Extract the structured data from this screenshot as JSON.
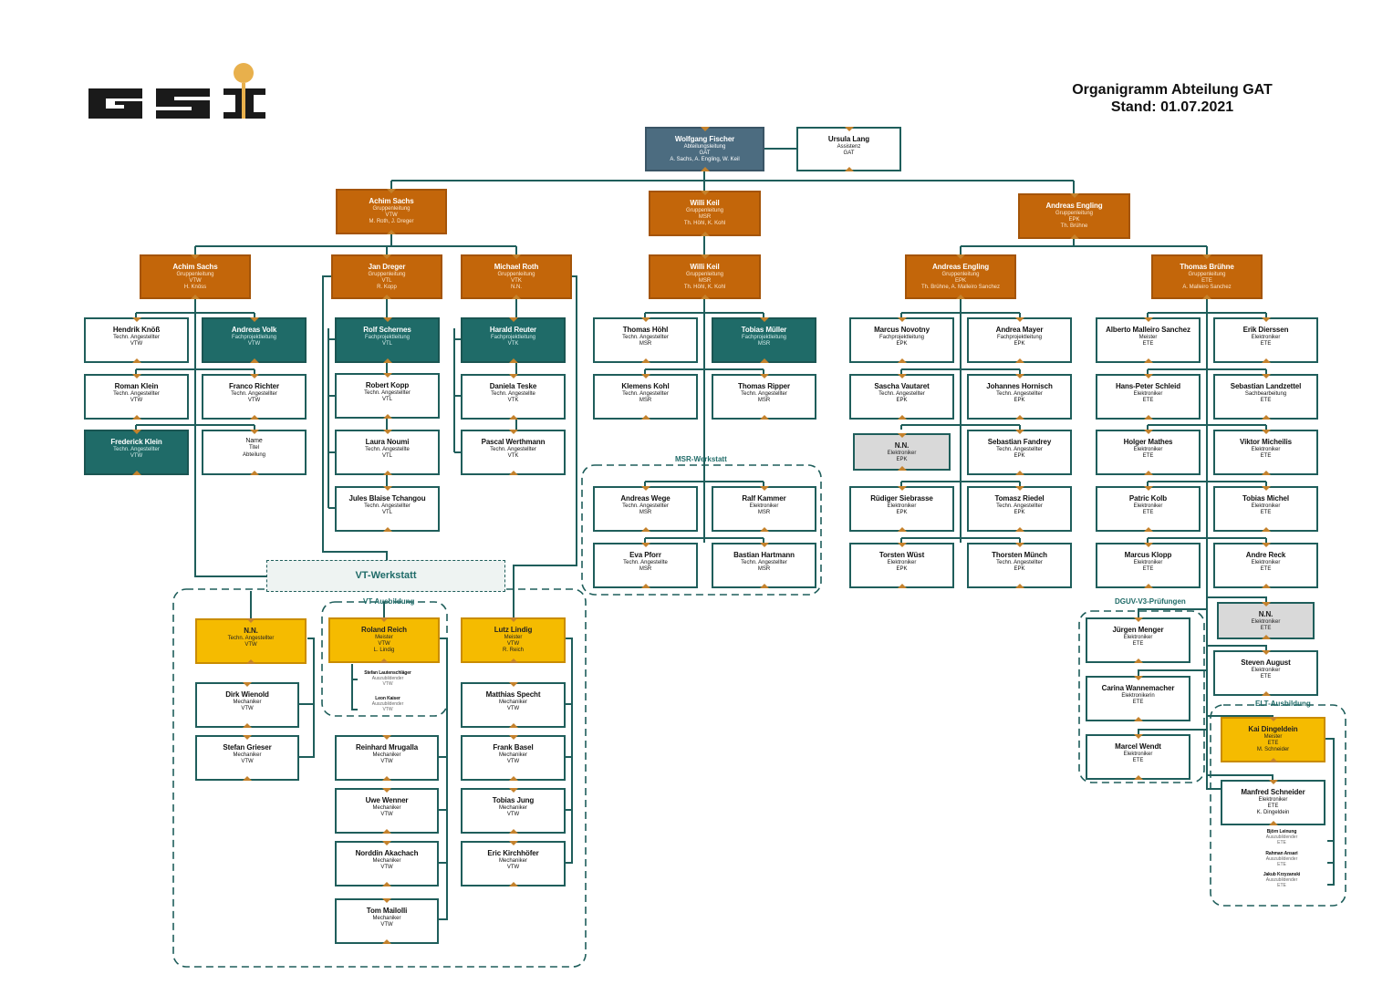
{
  "header": {
    "title": "Organigramm Abteilung GAT",
    "date": "Stand: 01.07.2021",
    "logo_text": "GSI"
  },
  "colors": {
    "head": "#4c6c80",
    "lead": "#c3660a",
    "fpl": "#1f6b68",
    "master": "#f5bb00",
    "vacant": "#d9d9d9",
    "line": "#1f5e5b"
  },
  "section_labels": {
    "vt_werkstatt": "VT-Werkstatt",
    "vt_ausbildung": "VT-Ausbildung",
    "msr_werkstatt": "MSR-Werkstatt",
    "dguv": "DGUV-V3-Prüfungen",
    "elt_ausbildung": "ELT-Ausbildung"
  },
  "boxes": {
    "fischer": {
      "type": "head",
      "lines": [
        "Wolfgang Fischer",
        "Abteilungsleitung",
        "GAT",
        "A. Sachs, A. Engling, W. Keil"
      ]
    },
    "lang": {
      "type": "normal",
      "lines": [
        "Ursula Lang",
        "Assistenz",
        "GAT"
      ]
    },
    "sachs_g": {
      "type": "lead",
      "lines": [
        "Achim Sachs",
        "Gruppenleitung",
        "VTW",
        "M. Roth, J. Dreger"
      ]
    },
    "keil_g": {
      "type": "lead",
      "lines": [
        "Willi Keil",
        "Gruppenleitung",
        "MSR",
        "Th. Höhl, K. Kohl"
      ]
    },
    "engling_g": {
      "type": "lead",
      "lines": [
        "Andreas Engling",
        "Gruppenleitung",
        "EPK",
        "Th. Brühne"
      ]
    },
    "sachs": {
      "type": "lead",
      "lines": [
        "Achim Sachs",
        "Gruppenleitung",
        "VTW",
        "H. Knöss"
      ]
    },
    "dreger": {
      "type": "lead",
      "lines": [
        "Jan Dreger",
        "Gruppenleitung",
        "VTL",
        "R. Kopp"
      ]
    },
    "roth": {
      "type": "lead",
      "lines": [
        "Michael Roth",
        "Gruppenleitung",
        "VTK",
        "N.N."
      ]
    },
    "keil": {
      "type": "lead",
      "lines": [
        "Willi Keil",
        "Gruppenleitung",
        "MSR",
        "Th. Höhl, K. Kohl"
      ]
    },
    "engling": {
      "type": "lead",
      "lines": [
        "Andreas Engling",
        "Gruppenleitung",
        "EPK",
        "Th. Brühne, A. Malleiro Sanchez"
      ]
    },
    "bruehne": {
      "type": "lead",
      "lines": [
        "Thomas Brühne",
        "Gruppenleitung",
        "ETE",
        "A. Malleiro Sanchez"
      ]
    },
    "knoess": {
      "type": "normal",
      "lines": [
        "Hendrik Knöß",
        "Techn. Angestellter",
        "VTW"
      ]
    },
    "volk": {
      "type": "fpl",
      "lines": [
        "Andreas Volk",
        "Fachprojektleitung",
        "VTW"
      ]
    },
    "rklein": {
      "type": "normal",
      "lines": [
        "Roman Klein",
        "Techn. Angestellter",
        "VTW"
      ]
    },
    "richter": {
      "type": "normal",
      "lines": [
        "Franco Richter",
        "Techn. Angestellter",
        "VTW"
      ]
    },
    "fklein": {
      "type": "fpl",
      "lines": [
        "Frederick Klein",
        "Techn. Angestellter",
        "VTW"
      ]
    },
    "placeholder": {
      "type": "plain",
      "lines": [
        "Name",
        "Titel",
        "Abteilung"
      ]
    },
    "schernes": {
      "type": "fpl",
      "lines": [
        "Rolf Schernes",
        "Fachprojektleitung",
        "VTL"
      ]
    },
    "kopp": {
      "type": "normal",
      "lines": [
        "Robert Kopp",
        "Techn. Angestellter",
        "VTL"
      ]
    },
    "noumi": {
      "type": "normal",
      "lines": [
        "Laura Noumi",
        "Techn. Angestellte",
        "VTL"
      ]
    },
    "tchangou": {
      "type": "normal",
      "lines": [
        "Jules Blaise Tchangou",
        "Techn. Angestellter",
        "VTL"
      ]
    },
    "reuter": {
      "type": "fpl",
      "lines": [
        "Harald Reuter",
        "Fachprojektleitung",
        "VTK"
      ]
    },
    "teske": {
      "type": "normal",
      "lines": [
        "Daniela Teske",
        "Techn. Angestellte",
        "VTK"
      ]
    },
    "werthmann": {
      "type": "normal",
      "lines": [
        "Pascal Werthmann",
        "Techn. Angestellter",
        "VTK"
      ]
    },
    "hoehl": {
      "type": "normal",
      "lines": [
        "Thomas Höhl",
        "Techn. Angestellter",
        "MSR"
      ]
    },
    "mueller": {
      "type": "fpl",
      "lines": [
        "Tobias Müller",
        "Fachprojektleitung",
        "MSR"
      ]
    },
    "kohl": {
      "type": "normal",
      "lines": [
        "Klemens Kohl",
        "Techn. Angestellter",
        "MSR"
      ]
    },
    "ripper": {
      "type": "normal",
      "lines": [
        "Thomas Ripper",
        "Techn. Angestellter",
        "MSR"
      ]
    },
    "wege": {
      "type": "normal",
      "lines": [
        "Andreas Wege",
        "Techn. Angestellter",
        "MSR"
      ]
    },
    "kammer": {
      "type": "normal",
      "lines": [
        "Ralf Kammer",
        "Elektroniker",
        "MSR"
      ]
    },
    "pforr": {
      "type": "normal",
      "lines": [
        "Eva Pforr",
        "Techn. Angestellte",
        "MSR"
      ]
    },
    "hartmann": {
      "type": "normal",
      "lines": [
        "Bastian Hartmann",
        "Techn. Angestellter",
        "MSR"
      ]
    },
    "novotny": {
      "type": "normal",
      "lines": [
        "Marcus Novotny",
        "Fachprojektleitung",
        "EPK"
      ]
    },
    "mayer": {
      "type": "normal",
      "lines": [
        "Andrea Mayer",
        "Fachprojektleitung",
        "EPK"
      ]
    },
    "vautaret": {
      "type": "normal",
      "lines": [
        "Sascha Vautaret",
        "Techn. Angestellter",
        "EPK"
      ]
    },
    "hornisch": {
      "type": "normal",
      "lines": [
        "Johannes Hornisch",
        "Techn. Angestellter",
        "EPK"
      ]
    },
    "nn_epk": {
      "type": "vacant",
      "lines": [
        "N.N.",
        "Elektroniker",
        "EPK"
      ]
    },
    "fandrey": {
      "type": "normal",
      "lines": [
        "Sebastian Fandrey",
        "Techn. Angestellter",
        "EPK"
      ]
    },
    "siebrasse": {
      "type": "normal",
      "lines": [
        "Rüdiger Siebrasse",
        "Elektroniker",
        "EPK"
      ]
    },
    "riedel": {
      "type": "normal",
      "lines": [
        "Tomasz Riedel",
        "Techn. Angestellter",
        "EPK"
      ]
    },
    "wuest": {
      "type": "normal",
      "lines": [
        "Torsten Wüst",
        "Elektroniker",
        "EPK"
      ]
    },
    "muench": {
      "type": "normal",
      "lines": [
        "Thorsten Münch",
        "Techn. Angestellter",
        "EPK"
      ]
    },
    "malleiro": {
      "type": "normal",
      "lines": [
        "Alberto Malleiro Sanchez",
        "Meister",
        "ETE"
      ]
    },
    "dierssen": {
      "type": "normal",
      "lines": [
        "Erik Dierssen",
        "Elektroniker",
        "ETE"
      ]
    },
    "schleid": {
      "type": "normal",
      "lines": [
        "Hans-Peter Schleid",
        "Elektroniker",
        "ETE"
      ]
    },
    "landzettel": {
      "type": "normal",
      "lines": [
        "Sebastian Landzettel",
        "Sachbearbeitung",
        "ETE"
      ]
    },
    "mathes": {
      "type": "normal",
      "lines": [
        "Holger Mathes",
        "Elektroniker",
        "ETE"
      ]
    },
    "micheilis": {
      "type": "normal",
      "lines": [
        "Viktor Micheilis",
        "Elektroniker",
        "ETE"
      ]
    },
    "kolb": {
      "type": "normal",
      "lines": [
        "Patric Kolb",
        "Elektroniker",
        "ETE"
      ]
    },
    "michel": {
      "type": "normal",
      "lines": [
        "Tobias Michel",
        "Elektroniker",
        "ETE"
      ]
    },
    "klopp": {
      "type": "normal",
      "lines": [
        "Marcus Klopp",
        "Elektroniker",
        "ETE"
      ]
    },
    "reck": {
      "type": "normal",
      "lines": [
        "Andre Reck",
        "Elektroniker",
        "ETE"
      ]
    },
    "nn_ete": {
      "type": "vacant",
      "lines": [
        "N.N.",
        "Elektroniker",
        "ETE"
      ]
    },
    "august": {
      "type": "normal",
      "lines": [
        "Steven August",
        "Elektroniker",
        "ETE"
      ]
    },
    "menger": {
      "type": "normal",
      "lines": [
        "Jürgen Menger",
        "Elektroniker",
        "ETE"
      ]
    },
    "wannemacher": {
      "type": "normal",
      "lines": [
        "Carina Wannemacher",
        "Elektronikerin",
        "ETE"
      ]
    },
    "wendt": {
      "type": "normal",
      "lines": [
        "Marcel Wendt",
        "Elektroniker",
        "ETE"
      ]
    },
    "dingeldein": {
      "type": "master",
      "lines": [
        "Kai Dingeldein",
        "Meister",
        "ETE",
        "M. Schneider"
      ]
    },
    "schneider": {
      "type": "normal",
      "lines": [
        "Manfred Schneider",
        "Elektroniker",
        "ETE",
        "K. Dingeldein"
      ]
    },
    "leinung": {
      "type": "trainee",
      "lines": [
        "Björn Leinung",
        "Auszubildender",
        "ETE"
      ]
    },
    "ansari": {
      "type": "trainee",
      "lines": [
        "Rahman Ansari",
        "Auszubildender",
        "ETE"
      ]
    },
    "krzyzanski": {
      "type": "trainee",
      "lines": [
        "Jakub Krzyzanski",
        "Auszubildender",
        "ETE"
      ]
    },
    "nn_vtw": {
      "type": "master",
      "lines": [
        "N.N.",
        "Techn. Angestellter",
        "VTW"
      ]
    },
    "wienold": {
      "type": "normal",
      "lines": [
        "Dirk Wienold",
        "Mechaniker",
        "VTW"
      ]
    },
    "grieser": {
      "type": "normal",
      "lines": [
        "Stefan Grieser",
        "Mechaniker",
        "VTW"
      ]
    },
    "reich": {
      "type": "master",
      "lines": [
        "Roland Reich",
        "Meister",
        "VTW",
        "L. Lindig"
      ]
    },
    "lautenschlaeger": {
      "type": "trainee",
      "lines": [
        "Stefan Lautenschläger",
        "Auszubildender",
        "VTW"
      ]
    },
    "kaiser": {
      "type": "trainee",
      "lines": [
        "Leon Kaiser",
        "Auszubildender",
        "VTW"
      ]
    },
    "mrugalla": {
      "type": "normal",
      "lines": [
        "Reinhard Mrugalla",
        "Mechaniker",
        "VTW"
      ]
    },
    "wenner": {
      "type": "normal",
      "lines": [
        "Uwe Wenner",
        "Mechaniker",
        "VTW"
      ]
    },
    "akachach": {
      "type": "normal",
      "lines": [
        "Norddin Akachach",
        "Mechaniker",
        "VTW"
      ]
    },
    "mailolli": {
      "type": "normal",
      "lines": [
        "Tom Mailolli",
        "Mechaniker",
        "VTW"
      ]
    },
    "lindig": {
      "type": "master",
      "lines": [
        "Lutz Lindig",
        "Meister",
        "VTW",
        "R. Reich"
      ]
    },
    "specht": {
      "type": "normal",
      "lines": [
        "Matthias Specht",
        "Mechaniker",
        "VTW"
      ]
    },
    "basel": {
      "type": "normal",
      "lines": [
        "Frank Basel",
        "Mechaniker",
        "VTW"
      ]
    },
    "jung": {
      "type": "normal",
      "lines": [
        "Tobias Jung",
        "Mechaniker",
        "VTW"
      ]
    },
    "kirchhoefer": {
      "type": "normal",
      "lines": [
        "Eric Kirchhöfer",
        "Mechaniker",
        "VTW"
      ]
    }
  }
}
